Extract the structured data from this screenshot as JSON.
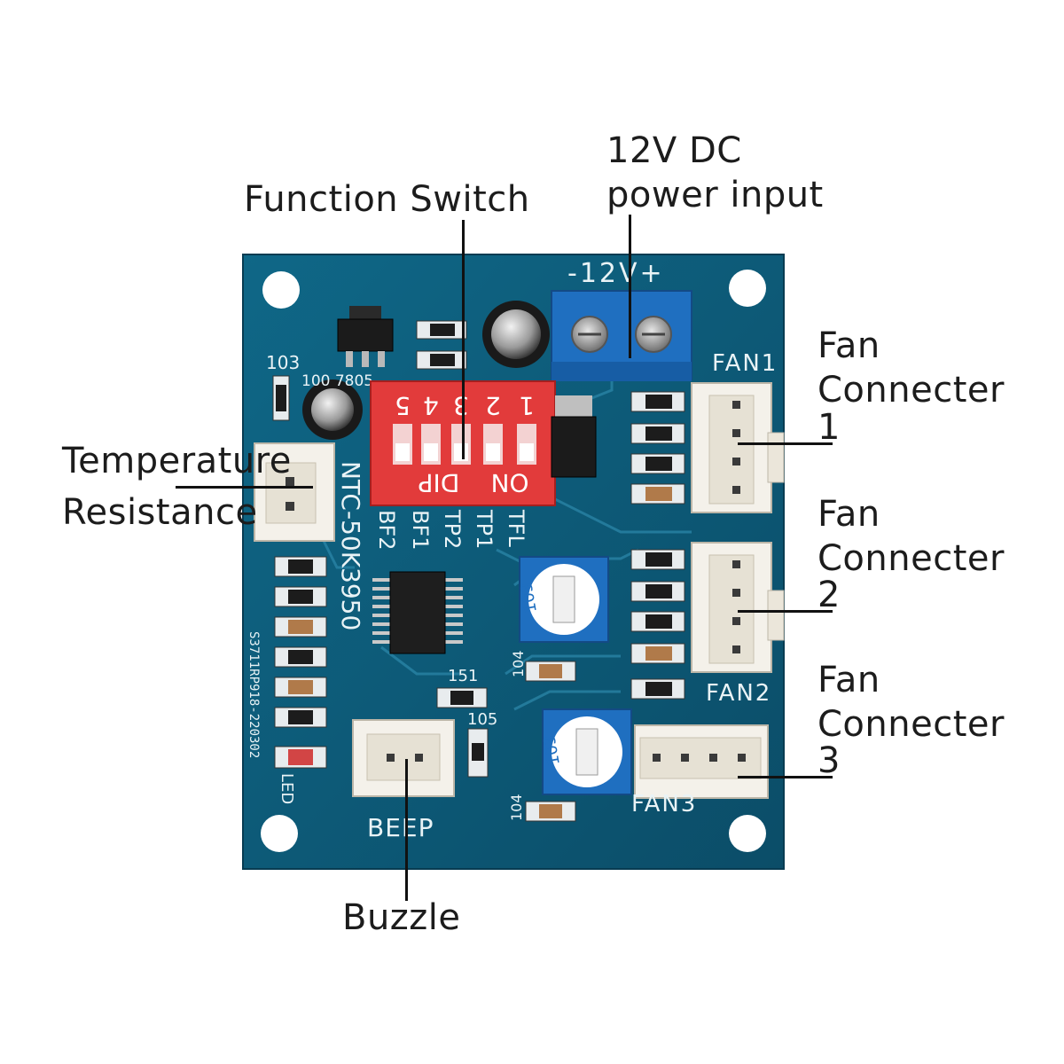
{
  "callouts": {
    "function_switch": "Function Switch",
    "power_line1": "12V DC",
    "power_line2": "power input",
    "fan_word": "Fan",
    "connecter_word": "Connecter",
    "fan1_num": "1",
    "fan2_num": "2",
    "fan3_num": "3",
    "temp_line1": "Temperature",
    "temp_line2": "Resistance",
    "buzzle": "Buzzle"
  },
  "silkscreen": {
    "terminal_label": "-12V+",
    "fan1": "FAN1",
    "fan2": "FAN2",
    "fan3": "FAN3",
    "beep": "BEEP",
    "led": "LED",
    "ntc": "NTC-50K3950",
    "board_code": "S3711RP918-220302",
    "regulator": "100 7805",
    "cap_103": "103",
    "cap_104_a": "104",
    "cap_104_b": "104",
    "cap_105": "105",
    "res_151": "151",
    "dip_numbers": [
      "5",
      "4",
      "3",
      "2",
      "1"
    ],
    "dip_text": "DIP",
    "dip_on": "ON",
    "dip_functions": [
      "BF2",
      "BF1",
      "TP2",
      "TP1",
      "TFL"
    ],
    "pot_text": "103"
  },
  "colors": {
    "board": "#0e5a78",
    "dip": "#e23b3b",
    "terminal": "#1f6fc0",
    "connector": "#f4f1ea"
  }
}
